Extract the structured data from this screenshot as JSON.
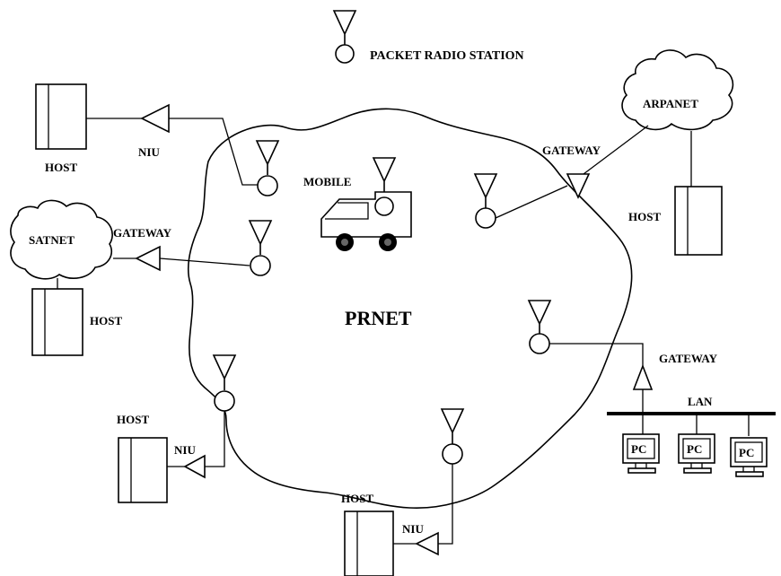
{
  "legend": {
    "label": "PACKET RADIO STATION"
  },
  "network": {
    "label": "PRNET"
  },
  "mobile": {
    "label": "MOBILE"
  },
  "satnet": {
    "label": "SATNET",
    "host_label": "HOST",
    "gateway_label": "GATEWAY"
  },
  "arpanet": {
    "label": "ARPANET",
    "host_label": "HOST",
    "gateway_label": "GATEWAY"
  },
  "top_left": {
    "host_label": "HOST",
    "niu_label": "NIU"
  },
  "bottom_left": {
    "host_label": "HOST",
    "niu_label": "NIU"
  },
  "bottom_center": {
    "host_label": "HOST",
    "niu_label": "NIU"
  },
  "lan": {
    "label": "LAN",
    "gateway_label": "GATEWAY",
    "pcs": [
      {
        "label": "PC"
      },
      {
        "label": "PC"
      },
      {
        "label": "PC"
      }
    ]
  }
}
